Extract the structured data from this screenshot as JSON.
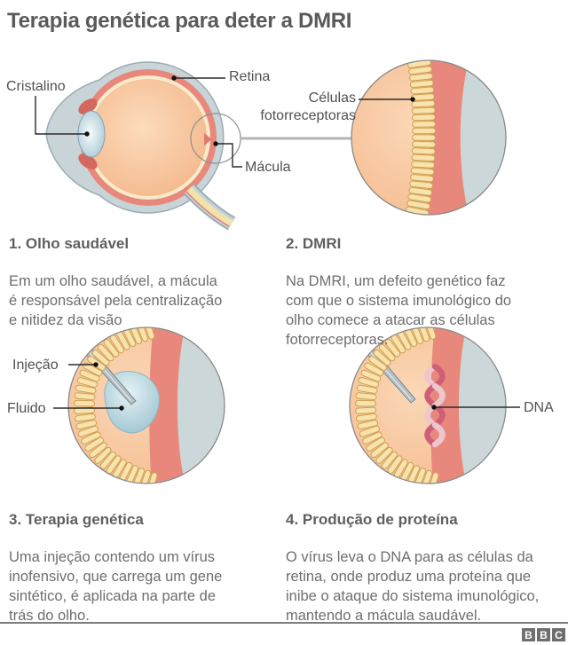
{
  "title": "Terapia genética para deter a DMRI",
  "labels": {
    "cristalino": "Cristalino",
    "retina": "Retina",
    "macula": "Mácula",
    "celulas_fotorreceptoras": "Células\nfotorreceptoras",
    "injecao": "Injeção",
    "fluido": "Fluido",
    "dna": "DNA"
  },
  "sections": [
    {
      "heading": "1. Olho saudável",
      "body": "Em um olho saudável, a mácula\né responsável pela centralização\ne nitidez da visão"
    },
    {
      "heading": "2. DMRI",
      "body": "Na DMRI, um defeito genético faz\ncom que o sistema imunológico do\nolho comece a atacar as células\nfotorreceptoras."
    },
    {
      "heading": "3. Terapia genética",
      "body": "Uma injeção contendo um vírus\ninofensivo, que carrega um gene\nsintético, é aplicada na parte de\ntrás do olho."
    },
    {
      "heading": "4. Produção de proteína",
      "body": "O vírus leva o DNA para as células da\nretina, onde produz uma proteína que\ninibe o ataque do sistema imunológico,\nmantendo a mácula saudável."
    }
  ],
  "footer": {
    "bbc_letters": [
      "B",
      "B",
      "C"
    ]
  },
  "palette": {
    "title_gray": "#5a5a5a",
    "body_gray": "#6e6e6e",
    "sclera_gray": "#c8d4d8",
    "choroid_red": "#e8887c",
    "retina_cream": "#f7ecc9",
    "cell_yellow": "#f9e3ac",
    "vitreous_orange": "#f5bb90",
    "lens_blue": "#b5d0da",
    "fluid_blue": "#bcd9e2",
    "dna_dark_pink": "#ce5f76",
    "dna_light_pink": "#eec6cd",
    "bbc_gray": "#6f6f6f"
  }
}
